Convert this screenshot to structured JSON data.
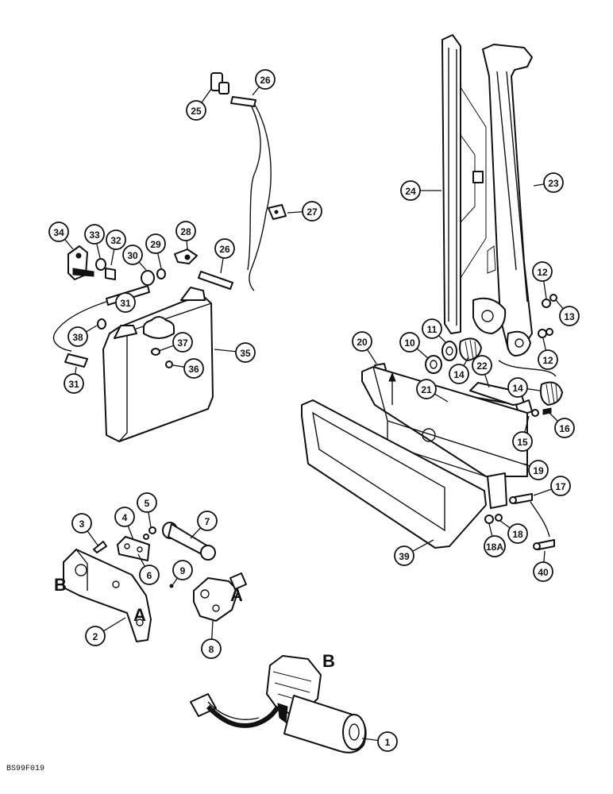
{
  "figure_id": "BS99F019",
  "markers": {
    "b_left": "B",
    "a_bracket": "A",
    "a_motor": "A",
    "b_motor": "B"
  },
  "callouts": [
    {
      "id": "c1",
      "label": "1"
    },
    {
      "id": "c2",
      "label": "2"
    },
    {
      "id": "c3",
      "label": "3"
    },
    {
      "id": "c4",
      "label": "4"
    },
    {
      "id": "c5",
      "label": "5"
    },
    {
      "id": "c6",
      "label": "6"
    },
    {
      "id": "c7",
      "label": "7"
    },
    {
      "id": "c8",
      "label": "8"
    },
    {
      "id": "c9",
      "label": "9"
    },
    {
      "id": "c10",
      "label": "10"
    },
    {
      "id": "c11",
      "label": "11"
    },
    {
      "id": "c12a",
      "label": "12"
    },
    {
      "id": "c12b",
      "label": "12"
    },
    {
      "id": "c13",
      "label": "13"
    },
    {
      "id": "c14a",
      "label": "14"
    },
    {
      "id": "c14b",
      "label": "14"
    },
    {
      "id": "c15",
      "label": "15"
    },
    {
      "id": "c16",
      "label": "16"
    },
    {
      "id": "c17",
      "label": "17"
    },
    {
      "id": "c18",
      "label": "18"
    },
    {
      "id": "c18a",
      "label": "18A"
    },
    {
      "id": "c19",
      "label": "19"
    },
    {
      "id": "c20",
      "label": "20"
    },
    {
      "id": "c21",
      "label": "21"
    },
    {
      "id": "c22",
      "label": "22"
    },
    {
      "id": "c23",
      "label": "23"
    },
    {
      "id": "c24",
      "label": "24"
    },
    {
      "id": "c25",
      "label": "25"
    },
    {
      "id": "c26a",
      "label": "26"
    },
    {
      "id": "c26b",
      "label": "26"
    },
    {
      "id": "c27",
      "label": "27"
    },
    {
      "id": "c28",
      "label": "28"
    },
    {
      "id": "c29",
      "label": "29"
    },
    {
      "id": "c30",
      "label": "30"
    },
    {
      "id": "c31a",
      "label": "31"
    },
    {
      "id": "c31b",
      "label": "31"
    },
    {
      "id": "c32",
      "label": "32"
    },
    {
      "id": "c33",
      "label": "33"
    },
    {
      "id": "c34",
      "label": "34"
    },
    {
      "id": "c35",
      "label": "35"
    },
    {
      "id": "c36",
      "label": "36"
    },
    {
      "id": "c37",
      "label": "37"
    },
    {
      "id": "c38",
      "label": "38"
    },
    {
      "id": "c39",
      "label": "39"
    },
    {
      "id": "c40",
      "label": "40"
    }
  ]
}
